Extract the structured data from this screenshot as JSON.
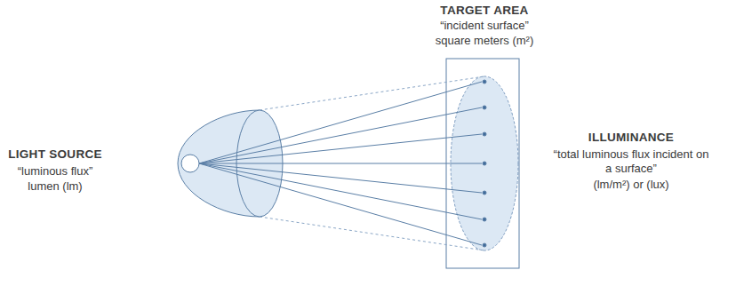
{
  "diagram": {
    "labels": [
      "LIGHT SOURCE",
      "“luminous flux”",
      "lumen (lm)",
      "TARGET AREA",
      "“incident surface”",
      "square meters (m²)",
      "ILLUMINANCE",
      "“total luminous flux incident on a surface”",
      "(lm/m²) or (lux)"
    ]
  }
}
